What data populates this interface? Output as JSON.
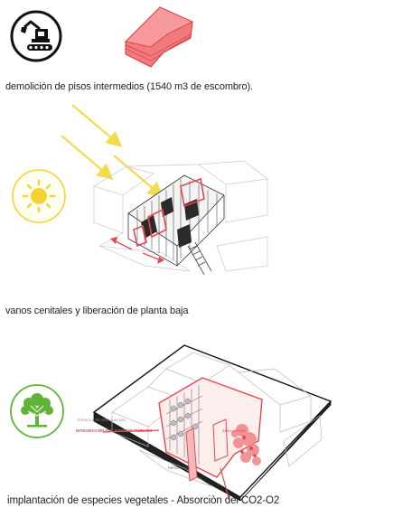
{
  "captions": {
    "demolition": "demolición de pisos intermedios (1540 m3 de escombro).",
    "openings": "vanos cenitales y liberación de planta baja",
    "planting": "implantación de especies vegetales - Absorciòn del CO2-O2"
  },
  "diagram_labels": {
    "public_space": "INTEGRACIÓN DEL ESPACIO PÚBLICO",
    "patio_label": "PATIO / EJE",
    "green_label": "ÁREA VERDE",
    "left_label": "ESPACIO DE CIRCULACIÓN"
  },
  "icons": {
    "demolition": "excavator-icon",
    "sun": "sun-icon",
    "tree": "tree-icon"
  },
  "colors": {
    "accent_red": "#e8474d",
    "sun_yellow": "#f5d431",
    "tree_green": "#5fb336",
    "ink": "#111111"
  }
}
